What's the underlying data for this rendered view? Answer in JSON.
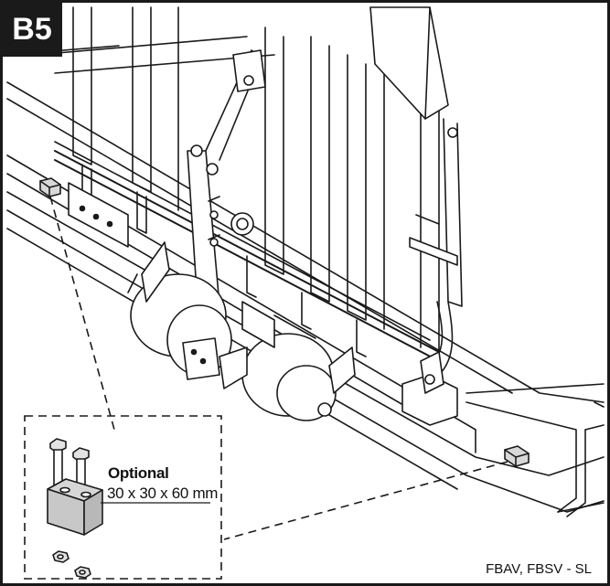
{
  "step_label": "B5",
  "optional_kit": {
    "title": "Optional",
    "dimensions": "30 x 30 x 60 mm"
  },
  "model_label": "FBAV, FBSV - SL",
  "colors": {
    "line": "#1a1a1a",
    "badge": "#1a1a1a",
    "gray": "#cfcfcf",
    "white": "#ffffff"
  }
}
